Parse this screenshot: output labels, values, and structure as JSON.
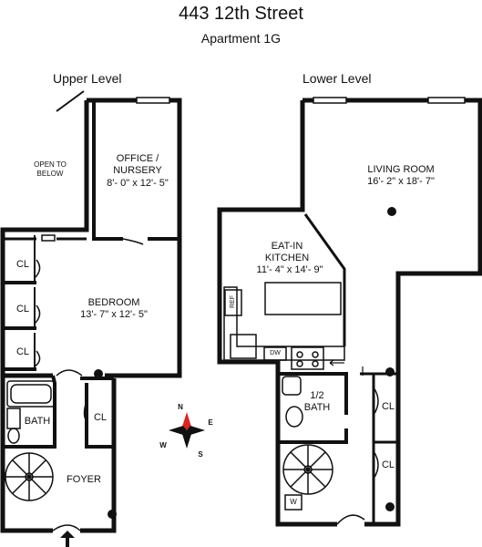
{
  "header": {
    "title": "443 12th Street",
    "subtitle": "Apartment 1G"
  },
  "levels": {
    "upper": "Upper Level",
    "lower": "Lower Level"
  },
  "rooms": {
    "open_to_below": "OPEN TO\nBELOW",
    "office_name": "OFFICE /\nNURSERY",
    "office_dims": "8'- 0\" x 12'- 5\"",
    "bedroom_name": "BEDROOM",
    "bedroom_dims": "13'- 7\" x 12'- 5\"",
    "bath_name": "BATH",
    "foyer_name": "FOYER",
    "living_name": "LIVING ROOM",
    "living_dims": "16'- 2\" x 18'- 7\"",
    "kitchen_name": "EAT-IN\nKITCHEN",
    "kitchen_dims": "11'- 4\" x 14'- 9\"",
    "half_bath_name": "1/2\nBATH"
  },
  "closets": {
    "label": "CL"
  },
  "appliances": {
    "ref": "REF",
    "dw": "DW",
    "w": "W"
  },
  "compass": {
    "n": "N",
    "e": "E",
    "s": "S",
    "w": "W"
  }
}
